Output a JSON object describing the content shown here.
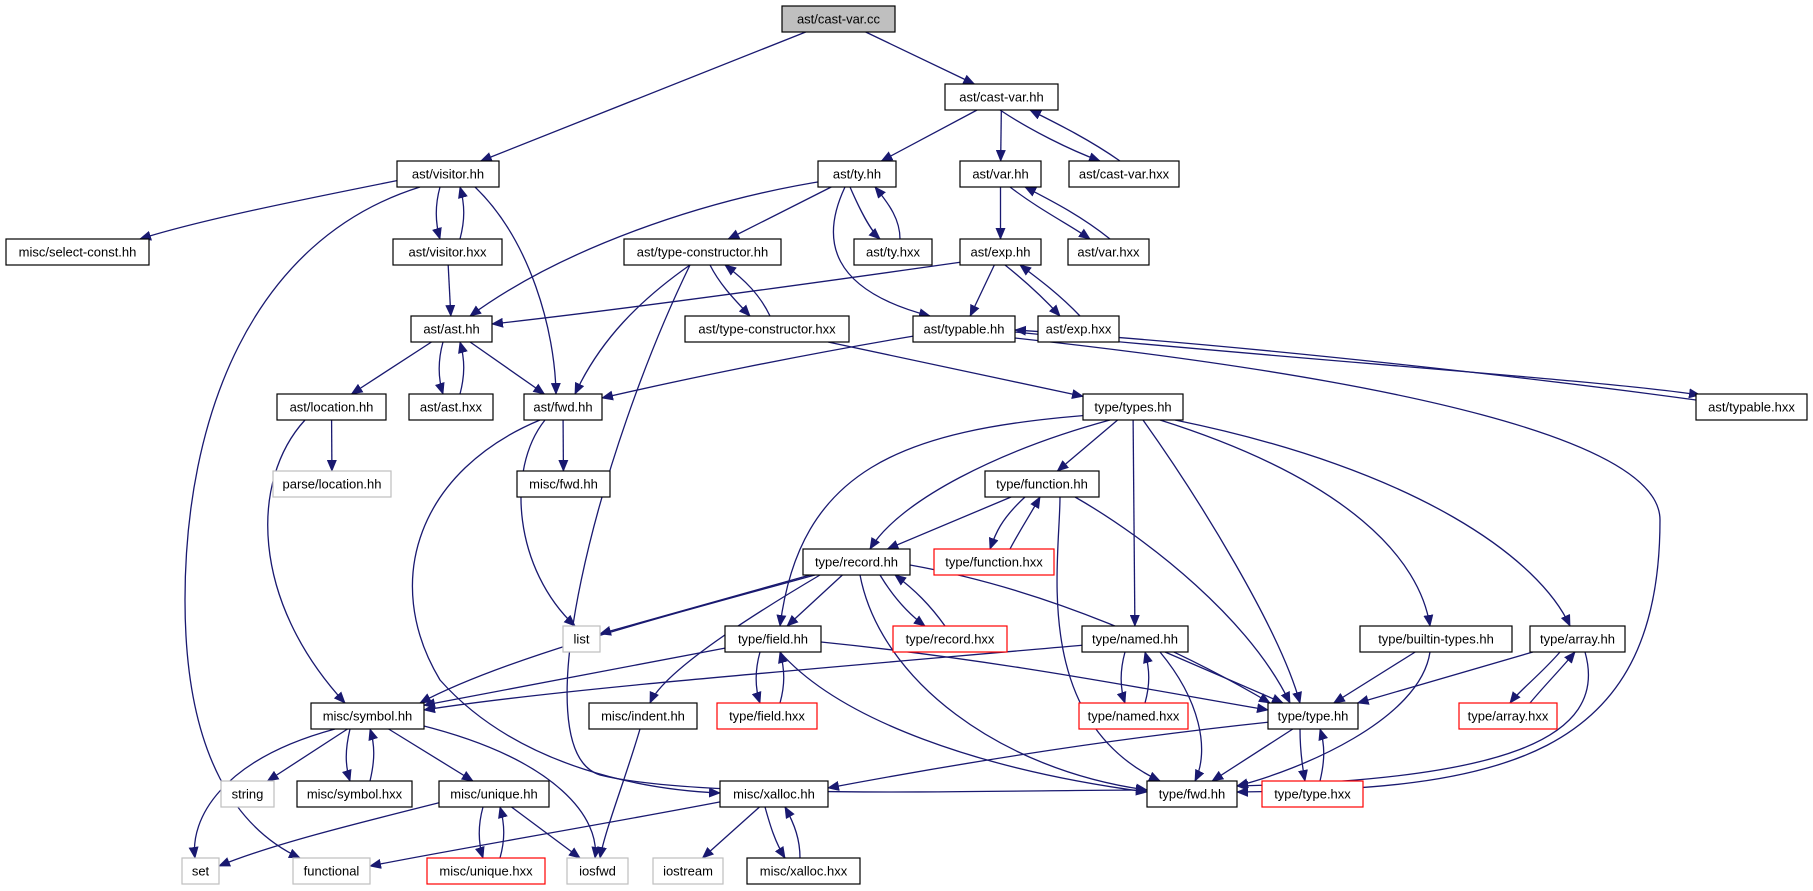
{
  "diagram": {
    "nodes": [
      {
        "id": "cast_var_cc",
        "label": "ast/cast-var.cc",
        "style": "root"
      },
      {
        "id": "cast_var_hh",
        "label": "ast/cast-var.hh",
        "style": "normal"
      },
      {
        "id": "visitor_hh",
        "label": "ast/visitor.hh",
        "style": "normal"
      },
      {
        "id": "ty_hh",
        "label": "ast/ty.hh",
        "style": "normal"
      },
      {
        "id": "var_hh",
        "label": "ast/var.hh",
        "style": "normal"
      },
      {
        "id": "cast_var_hxx",
        "label": "ast/cast-var.hxx",
        "style": "normal"
      },
      {
        "id": "select_const",
        "label": "misc/select-const.hh",
        "style": "normal"
      },
      {
        "id": "visitor_hxx",
        "label": "ast/visitor.hxx",
        "style": "normal"
      },
      {
        "id": "type_constructor_hh",
        "label": "ast/type-constructor.hh",
        "style": "normal"
      },
      {
        "id": "ty_hxx",
        "label": "ast/ty.hxx",
        "style": "normal"
      },
      {
        "id": "exp_hh",
        "label": "ast/exp.hh",
        "style": "normal"
      },
      {
        "id": "var_hxx",
        "label": "ast/var.hxx",
        "style": "normal"
      },
      {
        "id": "ast_hh",
        "label": "ast/ast.hh",
        "style": "normal"
      },
      {
        "id": "type_constructor_hxx",
        "label": "ast/type-constructor.hxx",
        "style": "normal"
      },
      {
        "id": "typable_hh",
        "label": "ast/typable.hh",
        "style": "normal"
      },
      {
        "id": "exp_hxx",
        "label": "ast/exp.hxx",
        "style": "normal"
      },
      {
        "id": "location_hh",
        "label": "ast/location.hh",
        "style": "normal"
      },
      {
        "id": "ast_hxx",
        "label": "ast/ast.hxx",
        "style": "normal"
      },
      {
        "id": "fwd_hh",
        "label": "ast/fwd.hh",
        "style": "normal"
      },
      {
        "id": "types_hh",
        "label": "type/types.hh",
        "style": "normal"
      },
      {
        "id": "typable_hxx",
        "label": "ast/typable.hxx",
        "style": "normal"
      },
      {
        "id": "parse_location",
        "label": "parse/location.hh",
        "style": "external"
      },
      {
        "id": "misc_fwd",
        "label": "misc/fwd.hh",
        "style": "normal"
      },
      {
        "id": "function_hh",
        "label": "type/function.hh",
        "style": "normal"
      },
      {
        "id": "record_hh",
        "label": "type/record.hh",
        "style": "normal"
      },
      {
        "id": "function_hxx",
        "label": "type/function.hxx",
        "style": "truncated"
      },
      {
        "id": "list",
        "label": "list",
        "style": "external"
      },
      {
        "id": "field_hh",
        "label": "type/field.hh",
        "style": "normal"
      },
      {
        "id": "record_hxx",
        "label": "type/record.hxx",
        "style": "truncated"
      },
      {
        "id": "named_hh",
        "label": "type/named.hh",
        "style": "normal"
      },
      {
        "id": "builtin_types",
        "label": "type/builtin-types.hh",
        "style": "normal"
      },
      {
        "id": "array_hh",
        "label": "type/array.hh",
        "style": "normal"
      },
      {
        "id": "symbol_hh",
        "label": "misc/symbol.hh",
        "style": "normal"
      },
      {
        "id": "indent_hh",
        "label": "misc/indent.hh",
        "style": "normal"
      },
      {
        "id": "field_hxx",
        "label": "type/field.hxx",
        "style": "truncated"
      },
      {
        "id": "named_hxx",
        "label": "type/named.hxx",
        "style": "truncated"
      },
      {
        "id": "type_hh",
        "label": "type/type.hh",
        "style": "normal"
      },
      {
        "id": "array_hxx",
        "label": "type/array.hxx",
        "style": "truncated"
      },
      {
        "id": "string",
        "label": "string",
        "style": "external"
      },
      {
        "id": "symbol_hxx",
        "label": "misc/symbol.hxx",
        "style": "normal"
      },
      {
        "id": "unique_hh",
        "label": "misc/unique.hh",
        "style": "normal"
      },
      {
        "id": "xalloc_hh",
        "label": "misc/xalloc.hh",
        "style": "normal"
      },
      {
        "id": "type_fwd",
        "label": "type/fwd.hh",
        "style": "normal"
      },
      {
        "id": "type_hxx",
        "label": "type/type.hxx",
        "style": "truncated"
      },
      {
        "id": "set",
        "label": "set",
        "style": "external"
      },
      {
        "id": "functional",
        "label": "functional",
        "style": "external"
      },
      {
        "id": "unique_hxx",
        "label": "misc/unique.hxx",
        "style": "truncated"
      },
      {
        "id": "iosfwd",
        "label": "iosfwd",
        "style": "external"
      },
      {
        "id": "iostream",
        "label": "iostream",
        "style": "external"
      },
      {
        "id": "xalloc_hxx",
        "label": "misc/xalloc.hxx",
        "style": "normal"
      }
    ],
    "colors": {
      "edge": "#191970",
      "node_border": "#000000",
      "root_fill": "#bfbfbf",
      "external_border": "#bfbfbf",
      "truncated_border": "#ff0000",
      "text": "#000000"
    }
  }
}
